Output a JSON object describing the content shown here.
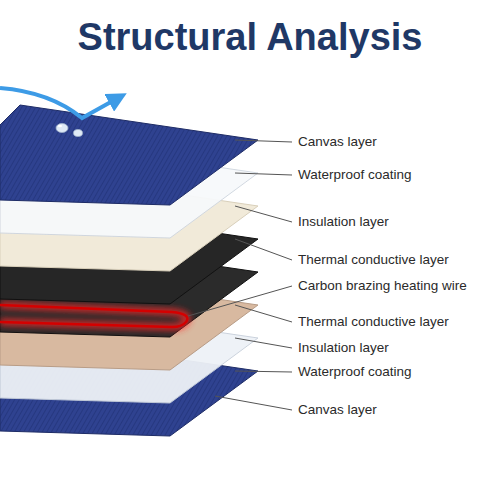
{
  "diagram": {
    "title": "Structural Analysis",
    "labels": [
      "Canvas layer",
      "Waterproof coating",
      "Insulation layer",
      "Thermal conductive layer",
      "Carbon brazing heating wire",
      "Thermal conductive layer",
      "Insulation layer",
      "Waterproof coating",
      "Canvas layer"
    ]
  }
}
